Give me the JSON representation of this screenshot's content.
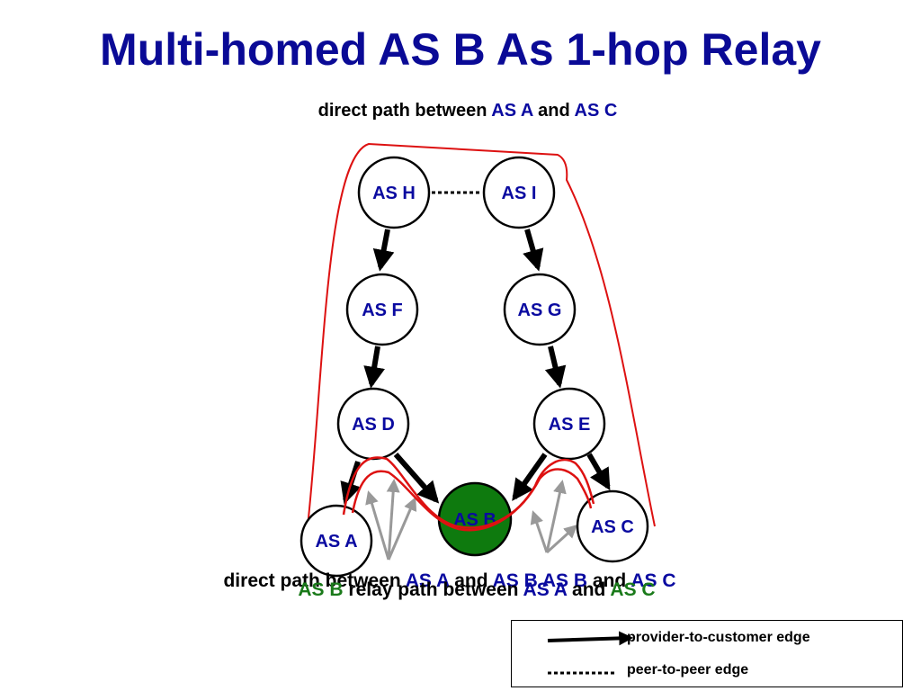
{
  "title": "Multi-homed AS B As 1-hop Relay",
  "subtitle": {
    "prefix": "direct path between",
    "a": "AS A",
    "mid": "and",
    "c": "AS C"
  },
  "nodes": [
    {
      "id": "H",
      "label": "AS H",
      "color": "#ffffff"
    },
    {
      "id": "I",
      "label": "AS I",
      "color": "#ffffff"
    },
    {
      "id": "F",
      "label": "AS F",
      "color": "#ffffff"
    },
    {
      "id": "G",
      "label": "AS G",
      "color": "#ffffff"
    },
    {
      "id": "D",
      "label": "AS D",
      "color": "#ffffff"
    },
    {
      "id": "E",
      "label": "AS E",
      "color": "#ffffff"
    },
    {
      "id": "A",
      "label": "AS A",
      "color": "#ffffff"
    },
    {
      "id": "B",
      "label": "AS B",
      "color": "#0e7a0e"
    },
    {
      "id": "C",
      "label": "AS C",
      "color": "#ffffff"
    }
  ],
  "overlap_line1": {
    "t1": "direct path between",
    "t2": "AS A",
    "t3": "and",
    "t4": "AS B",
    "t5": "AS B",
    "t6": "and",
    "t7": "AS C"
  },
  "overlap_line2": {
    "t1": "AS B",
    "t2": "relay path between",
    "t3": "AS A",
    "t4": "and",
    "t5": "AS C"
  },
  "legend": {
    "provider_label": "provider-to-customer edge",
    "peer_label": "peer-to-peer edge"
  },
  "colors": {
    "title": "#0a0a96",
    "node_text": "#0a0aa0",
    "relay_node": "#0e7a0e",
    "path": "#dd1111",
    "alt_arrows": "#999999"
  }
}
